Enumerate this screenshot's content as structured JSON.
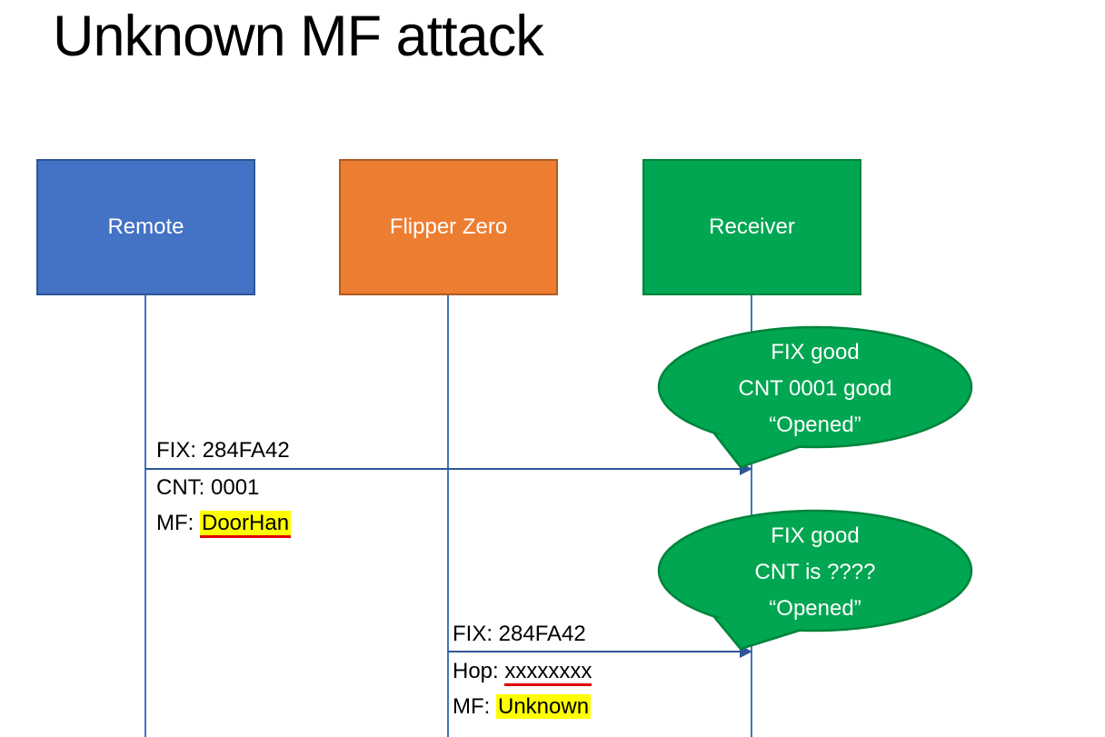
{
  "title": "Unknown MF attack",
  "actors": {
    "remote": "Remote",
    "flipper": "Flipper Zero",
    "receiver": "Receiver"
  },
  "message1": {
    "fix": "FIX: 284FA42",
    "cnt": "CNT: 0001",
    "mf_prefix": "MF: ",
    "mf_value": "DoorHan"
  },
  "message2": {
    "fix": "FIX: 284FA42",
    "hop_prefix": "Hop: ",
    "hop_value": "xxxxxxxx",
    "mf_prefix": "MF: ",
    "mf_value": "Unknown"
  },
  "bubble1": {
    "line1": "FIX good",
    "line2": "CNT 0001 good",
    "line3": "“Opened”"
  },
  "bubble2": {
    "line1": "FIX good",
    "line2": "CNT is ????",
    "line3": "“Opened”"
  },
  "colors": {
    "remote_fill": "#4472C4",
    "remote_border": "#2F5597",
    "flipper_fill": "#ED7D31",
    "flipper_border": "#AE5A21",
    "receiver_fill": "#00A651",
    "receiver_border": "#00843B",
    "bubble_fill": "#00A651",
    "bubble_border": "#00843B",
    "connector": "#2F5597",
    "lifeline": "#4472C4",
    "highlight": "#FFFF00",
    "spell_underline": "#E00000",
    "text_on_shape": "#FFFFFF",
    "label_text": "#000000"
  }
}
